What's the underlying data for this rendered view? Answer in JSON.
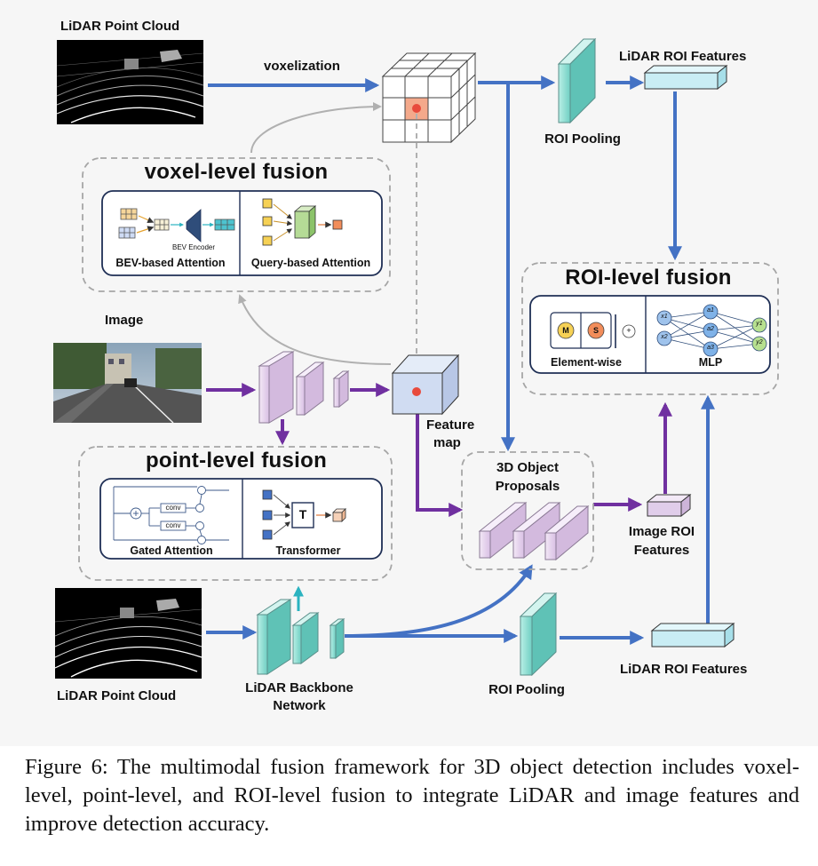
{
  "labels": {
    "lidar_top": "LiDAR Point Cloud",
    "voxelization": "voxelization",
    "roi_pooling_top": "ROI Pooling",
    "lidar_roi_top": "LiDAR ROI Features",
    "voxel_title": "voxel-level fusion",
    "bev_attention": "BEV-based Attention",
    "bev_encoder": "BEV Encoder",
    "query_attention": "Query-based Attention",
    "image": "Image",
    "roi_title": "ROI-level fusion",
    "m": "M",
    "s": "S",
    "plus": "+",
    "element_wise": "Element-wise",
    "mlp": "MLP",
    "x1": "x1",
    "x2": "x2",
    "a1": "a1",
    "a2": "a2",
    "a3": "a3",
    "y1": "y1",
    "y2": "y2",
    "feature": "Feature",
    "map": "map",
    "point_title": "point-level fusion",
    "conv1": "conv",
    "conv2": "conv",
    "gated_attention": "Gated Attention",
    "transformer": "Transformer",
    "t": "T",
    "proposals_line1": "3D Object",
    "proposals_line2": "Proposals",
    "image_roi_line1": "Image ROI",
    "image_roi_line2": "Features",
    "lidar_bottom": "LiDAR Point Cloud",
    "backbone_line1": "LiDAR Backbone",
    "backbone_line2": "Network",
    "roi_pooling_bottom": "ROI Pooling",
    "lidar_roi_bottom": "LiDAR ROI Features"
  },
  "caption": "Figure 6: The multimodal fusion framework for 3D object detection includes voxel-level, point-level, and ROI-level fusion to integrate LiDAR and image features and improve detection accuracy.",
  "colors": {
    "lidar_flow": "#4472c4",
    "image_flow": "#7030a0",
    "lidar_feature": "#8fdbd0",
    "image_feature": "#e6d2ef",
    "dash_box": "#a6a6a6",
    "red_dot": "#e84a3c"
  }
}
